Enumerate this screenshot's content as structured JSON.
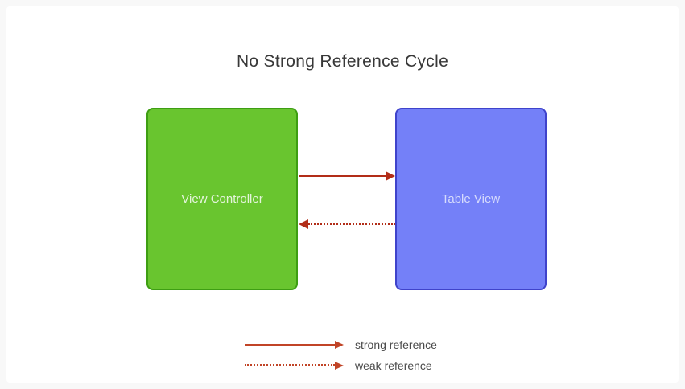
{
  "title": "No Strong Reference Cycle",
  "canvas": {
    "background": "#f8f8f8",
    "card_background": "#ffffff",
    "title_color": "#383838"
  },
  "diagram": {
    "nodes": [
      {
        "id": "view-controller",
        "label": "View Controller",
        "fill": "#69c52f",
        "border": "#3e9e13",
        "text_color": "#e4f4db"
      },
      {
        "id": "table-view",
        "label": "Table View",
        "fill": "#7480f8",
        "border": "#3f43cb",
        "text_color": "#d6dbfc"
      }
    ],
    "edges": [
      {
        "from": "view-controller",
        "to": "table-view",
        "style": "solid",
        "meaning": "strong reference"
      },
      {
        "from": "table-view",
        "to": "view-controller",
        "style": "dotted",
        "meaning": "weak reference"
      }
    ],
    "arrow_color": "#b22d18"
  },
  "legend": {
    "items": [
      {
        "style": "solid",
        "label": "strong reference"
      },
      {
        "style": "dotted",
        "label": "weak reference"
      }
    ],
    "arrow_color": "#c14427",
    "text_color": "#4a4a4a"
  }
}
